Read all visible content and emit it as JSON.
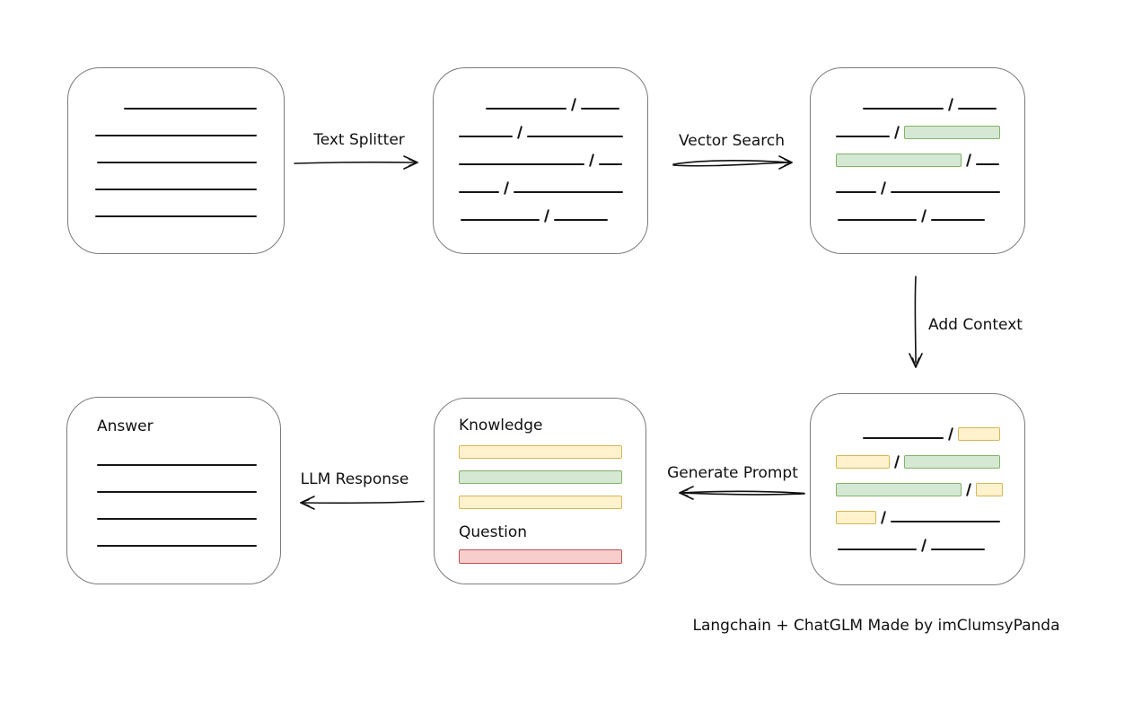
{
  "diagram": {
    "caption": "Langchain + ChatGLM Made by imClumsyPanda",
    "colors": {
      "highlight_green_fill": "#d5e8d4",
      "highlight_green_border": "#82b366",
      "highlight_yellow_fill": "#fff2cc",
      "highlight_yellow_border": "#d6b656",
      "highlight_red_fill": "#f8cecc",
      "highlight_red_border": "#b85450",
      "box_border": "#7b7b7b",
      "ink": "#141414"
    },
    "arrows": [
      {
        "id": "text-splitter",
        "label": "Text Splitter",
        "direction": "right"
      },
      {
        "id": "vector-search",
        "label": "Vector Search",
        "direction": "right"
      },
      {
        "id": "add-context",
        "label": "Add Context",
        "direction": "down"
      },
      {
        "id": "generate-prompt",
        "label": "Generate Prompt",
        "direction": "left"
      },
      {
        "id": "llm-response",
        "label": "LLM Response",
        "direction": "left"
      }
    ],
    "boxes": {
      "document": {
        "lines": [
          {
            "indent": 62,
            "w": 148
          },
          {
            "indent": 30,
            "w": 180
          },
          {
            "indent": 32,
            "w": 178
          },
          {
            "indent": 30,
            "w": 180
          },
          {
            "indent": 30,
            "w": 180
          }
        ]
      },
      "chunks": {
        "rows": [
          {
            "indent": 58,
            "segs": [
              {
                "t": "line",
                "w": 90
              },
              {
                "t": "slash"
              },
              {
                "t": "line",
                "w": 43
              }
            ]
          },
          {
            "indent": 28,
            "segs": [
              {
                "t": "line",
                "w": 60
              },
              {
                "t": "slash"
              },
              {
                "t": "line",
                "w": 107
              }
            ]
          },
          {
            "indent": 28,
            "segs": [
              {
                "t": "line",
                "w": 140
              },
              {
                "t": "slash"
              },
              {
                "t": "line",
                "w": 26
              }
            ]
          },
          {
            "indent": 28,
            "segs": [
              {
                "t": "line",
                "w": 45
              },
              {
                "t": "slash"
              },
              {
                "t": "line",
                "w": 122
              }
            ]
          },
          {
            "indent": 30,
            "segs": [
              {
                "t": "line",
                "w": 88
              },
              {
                "t": "slash"
              },
              {
                "t": "line",
                "w": 60
              }
            ]
          }
        ]
      },
      "chunks_matched": {
        "rows": [
          {
            "indent": 58,
            "segs": [
              {
                "t": "line",
                "w": 90
              },
              {
                "t": "slash"
              },
              {
                "t": "line",
                "w": 43
              }
            ]
          },
          {
            "indent": 28,
            "segs": [
              {
                "t": "line",
                "w": 60
              },
              {
                "t": "slash"
              },
              {
                "t": "green",
                "w": 107
              }
            ]
          },
          {
            "indent": 28,
            "segs": [
              {
                "t": "green",
                "w": 140
              },
              {
                "t": "slash"
              },
              {
                "t": "line",
                "w": 26
              }
            ]
          },
          {
            "indent": 28,
            "segs": [
              {
                "t": "line",
                "w": 45
              },
              {
                "t": "slash"
              },
              {
                "t": "line",
                "w": 122
              }
            ]
          },
          {
            "indent": 30,
            "segs": [
              {
                "t": "line",
                "w": 88
              },
              {
                "t": "slash"
              },
              {
                "t": "line",
                "w": 60
              }
            ]
          }
        ]
      },
      "chunks_context": {
        "rows": [
          {
            "indent": 58,
            "segs": [
              {
                "t": "line",
                "w": 90
              },
              {
                "t": "slash"
              },
              {
                "t": "yellow",
                "w": 47
              }
            ]
          },
          {
            "indent": 28,
            "segs": [
              {
                "t": "yellow",
                "w": 60
              },
              {
                "t": "slash"
              },
              {
                "t": "green",
                "w": 107
              }
            ]
          },
          {
            "indent": 28,
            "segs": [
              {
                "t": "green",
                "w": 140
              },
              {
                "t": "slash"
              },
              {
                "t": "yellow",
                "w": 30
              }
            ]
          },
          {
            "indent": 28,
            "segs": [
              {
                "t": "yellow",
                "w": 45
              },
              {
                "t": "slash"
              },
              {
                "t": "line",
                "w": 122
              }
            ]
          },
          {
            "indent": 30,
            "segs": [
              {
                "t": "line",
                "w": 88
              },
              {
                "t": "slash"
              },
              {
                "t": "line",
                "w": 60
              }
            ]
          }
        ]
      },
      "prompt": {
        "knowledge_title": "Knowledge",
        "knowledge_bars": [
          {
            "t": "yellow",
            "w": 182
          },
          {
            "t": "green",
            "w": 182
          },
          {
            "t": "yellow",
            "w": 182
          }
        ],
        "question_title": "Question",
        "question_bars": [
          {
            "t": "red",
            "w": 182,
            "h": 16
          }
        ]
      },
      "answer": {
        "title": "Answer",
        "lines": [
          {
            "indent": 33,
            "w": 178
          },
          {
            "indent": 33,
            "w": 178
          },
          {
            "indent": 33,
            "w": 178
          },
          {
            "indent": 33,
            "w": 178
          }
        ]
      }
    }
  }
}
